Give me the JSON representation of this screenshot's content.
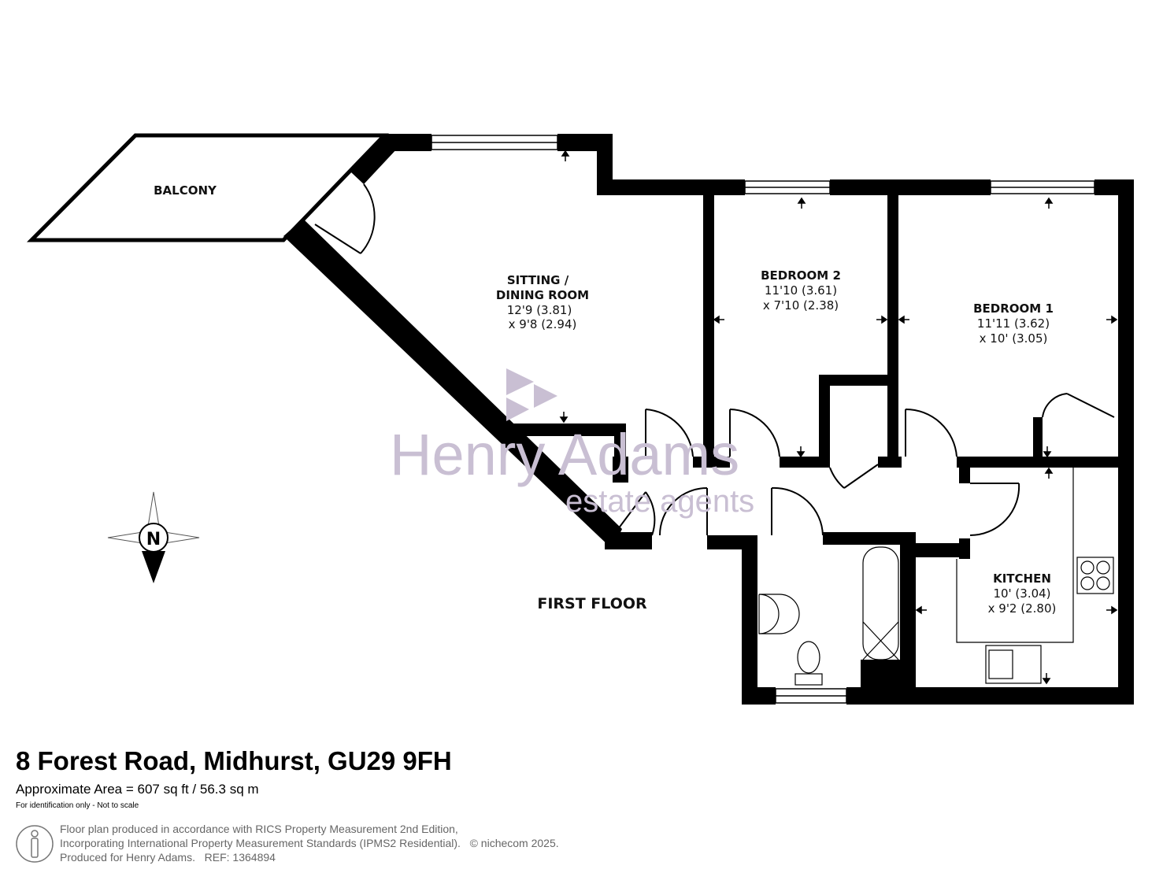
{
  "rooms": {
    "balcony": {
      "name": "BALCONY"
    },
    "sitting": {
      "name_line1": "SITTING /",
      "name_line2": "DINING  ROOM",
      "dim1": "12'9 (3.81)",
      "dim2": "x 9'8 (2.94)"
    },
    "bedroom2": {
      "name": "BEDROOM 2",
      "dim1": "11'10 (3.61)",
      "dim2": "x 7'10 (2.38)"
    },
    "bedroom1": {
      "name": "BEDROOM 1",
      "dim1": "11'11 (3.62)",
      "dim2": "x 10' (3.05)"
    },
    "kitchen": {
      "name": "KITCHEN",
      "dim1": "10' (3.04)",
      "dim2": "x 9'2 (2.80)"
    }
  },
  "floor_label": "FIRST FLOOR",
  "compass_letter": "N",
  "watermark": {
    "brand": "Henry Adams",
    "tagline": "estate agents",
    "color": "#c9bfd3"
  },
  "footer": {
    "title": "8 Forest Road, Midhurst, GU29 9FH",
    "area": "Approximate Area = 607 sq ft / 56.3 sq m",
    "note": "For identification only - Not to scale",
    "credit_line1": "Floor plan produced in accordance with RICS Property Measurement 2nd Edition,",
    "credit_line2": "Incorporating International Property Measurement Standards (IPMS2 Residential).   © nichecom 2025.",
    "credit_line3": "Produced for Henry Adams.   REF: 1364894"
  }
}
